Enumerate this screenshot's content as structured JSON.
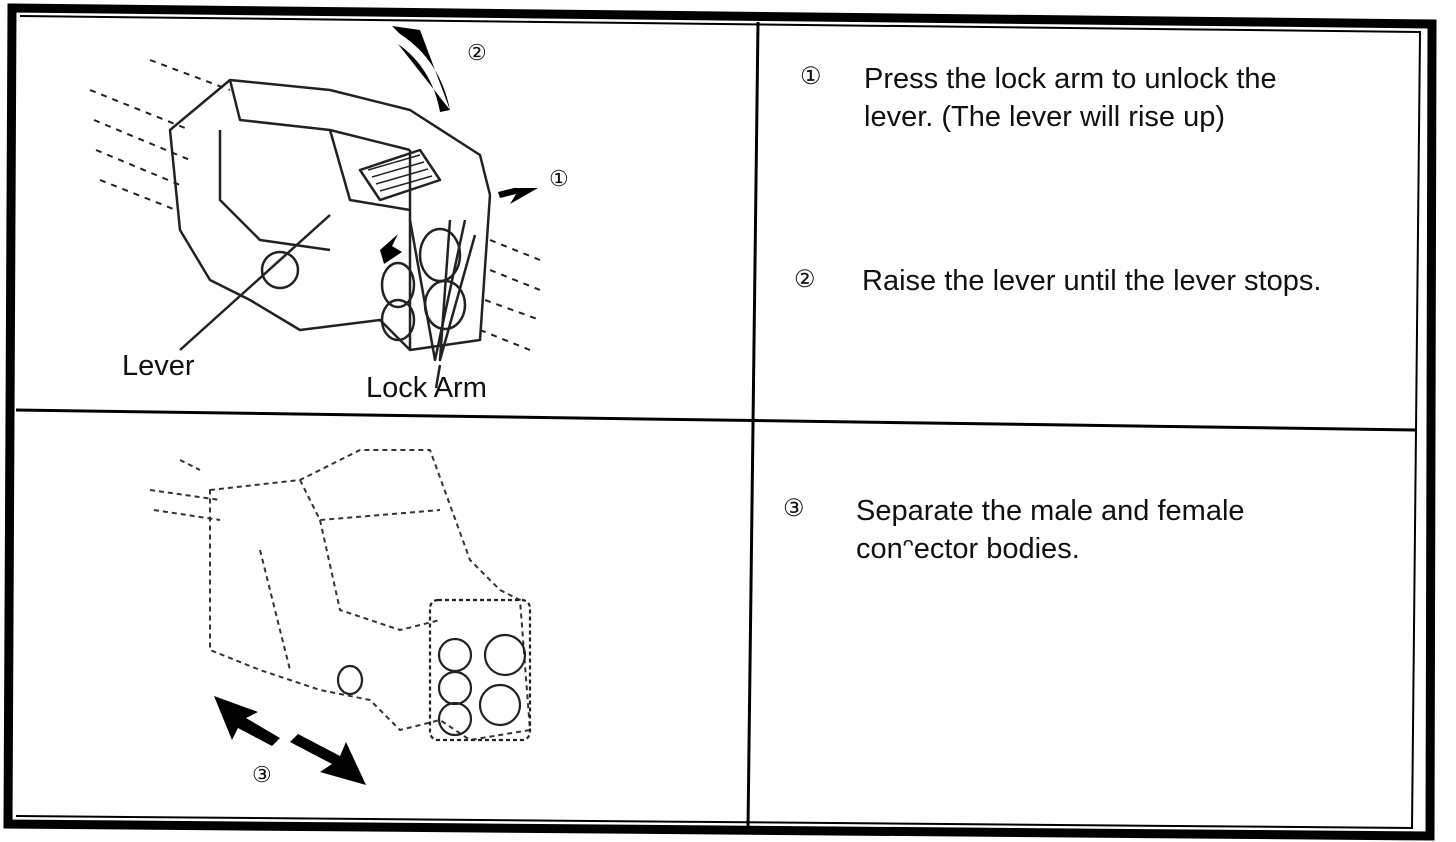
{
  "step1": {
    "num": "①",
    "text_line1": "Press the lock arm to unlock the",
    "text_line2": "lever.  (The lever will rise up)"
  },
  "step2": {
    "num": "②",
    "text": "Raise the lever until the lever stops."
  },
  "step3": {
    "num": "③",
    "text_line1": "Separate the male and female",
    "text_line2": "conᵔector bodies."
  },
  "figure1": {
    "callout_1": "①",
    "callout_2": "②",
    "label_lever": "Lever",
    "label_lock_arm": "Lock Arm"
  },
  "figure2": {
    "callout_3": "③"
  }
}
